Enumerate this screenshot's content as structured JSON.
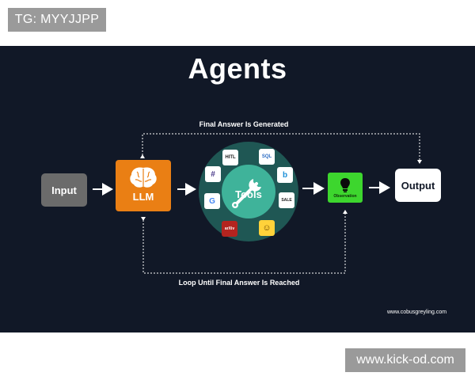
{
  "watermarks": {
    "top": "TG: MYYJJPP",
    "bottom": "www.kick-od.com"
  },
  "diagram": {
    "title": "Agents",
    "top_caption": "Final Answer Is Generated",
    "bottom_caption": "Loop Until Final Answer Is Reached",
    "credit": "www.cobusgreyling.com",
    "nodes": {
      "input": "Input",
      "llm": "LLM",
      "tools": "Tools",
      "observation": "Observation",
      "output": "Output"
    },
    "tool_tiles": {
      "hitl": "HITL",
      "sql": "SQL",
      "bing": "b",
      "google": "G",
      "arxiv": "arXiv",
      "wolfram": "SALE",
      "slack": "#",
      "emoji": "☺"
    },
    "colors": {
      "background": "#111827",
      "llm": "#ea7f14",
      "observation": "#3dd62e",
      "input": "#6b6b6b",
      "tools_ring": "#1f5754",
      "tools_core": "#3fb39a"
    }
  }
}
